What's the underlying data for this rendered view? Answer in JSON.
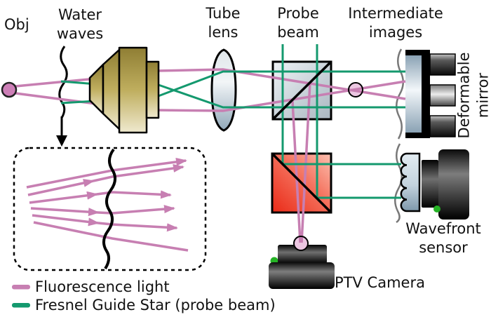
{
  "colors": {
    "fluorescence": "#c77fb2",
    "probe_green": "#14996e",
    "background": "#ffffff"
  },
  "labels": {
    "obj": "Obj",
    "water_waves": [
      "Water",
      "waves"
    ],
    "tube_lens": [
      "Tube",
      "lens"
    ],
    "probe_beam": [
      "Probe",
      "beam"
    ],
    "intermediate_images": [
      "Intermediate",
      "images"
    ],
    "deformable_mirror": [
      "Deformable",
      "mirror"
    ],
    "wavefront_sensor": [
      "Wavefront",
      "sensor"
    ],
    "ptv_camera": "PTV Camera"
  },
  "legend": {
    "items": [
      {
        "label": "Fluorescence light",
        "color": "#c77fb2"
      },
      {
        "label": "Fresnel Guide Star (probe beam)",
        "color": "#14996e"
      }
    ]
  }
}
